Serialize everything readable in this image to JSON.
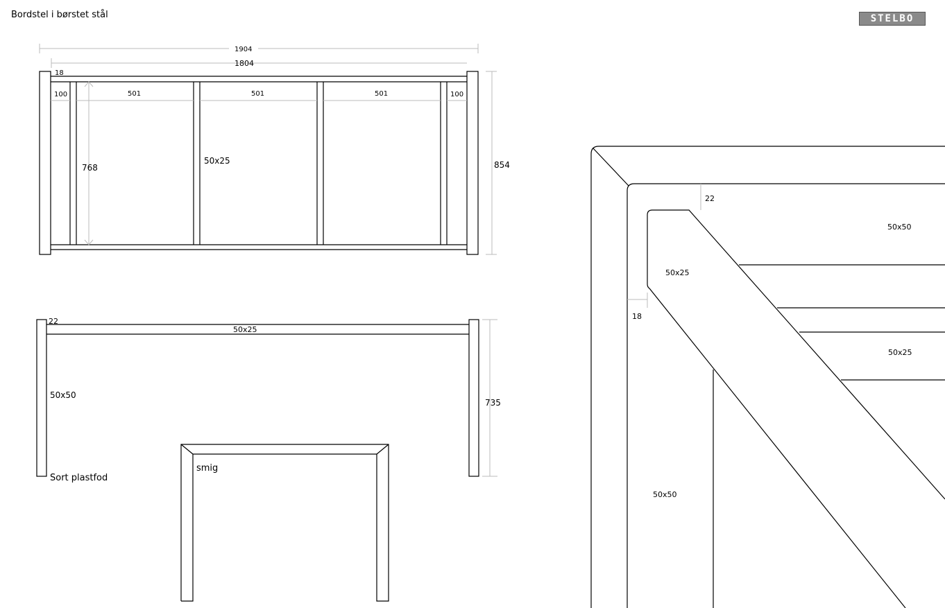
{
  "title": "Bordstel i børstet stål",
  "logo_text": "STELBO",
  "top_view": {
    "overall_width": "1904",
    "inner_width": "1804",
    "leg_offset": "18",
    "end_spacing_left": "100",
    "spacings": [
      "501",
      "501",
      "501"
    ],
    "end_spacing_right": "100",
    "inner_depth": "768",
    "overall_depth": "854",
    "profile": "50x25"
  },
  "side_view": {
    "offset": "22",
    "rail_profile": "50x25",
    "leg_profile": "50x50",
    "height": "735",
    "foot_label": "Sort plastfod"
  },
  "end_view": {
    "joint_label": "smig"
  },
  "detail_view": {
    "offset_top": "22",
    "offset_side": "18",
    "labels": [
      "50x50",
      "50x25",
      "50x25",
      "50x50"
    ]
  }
}
